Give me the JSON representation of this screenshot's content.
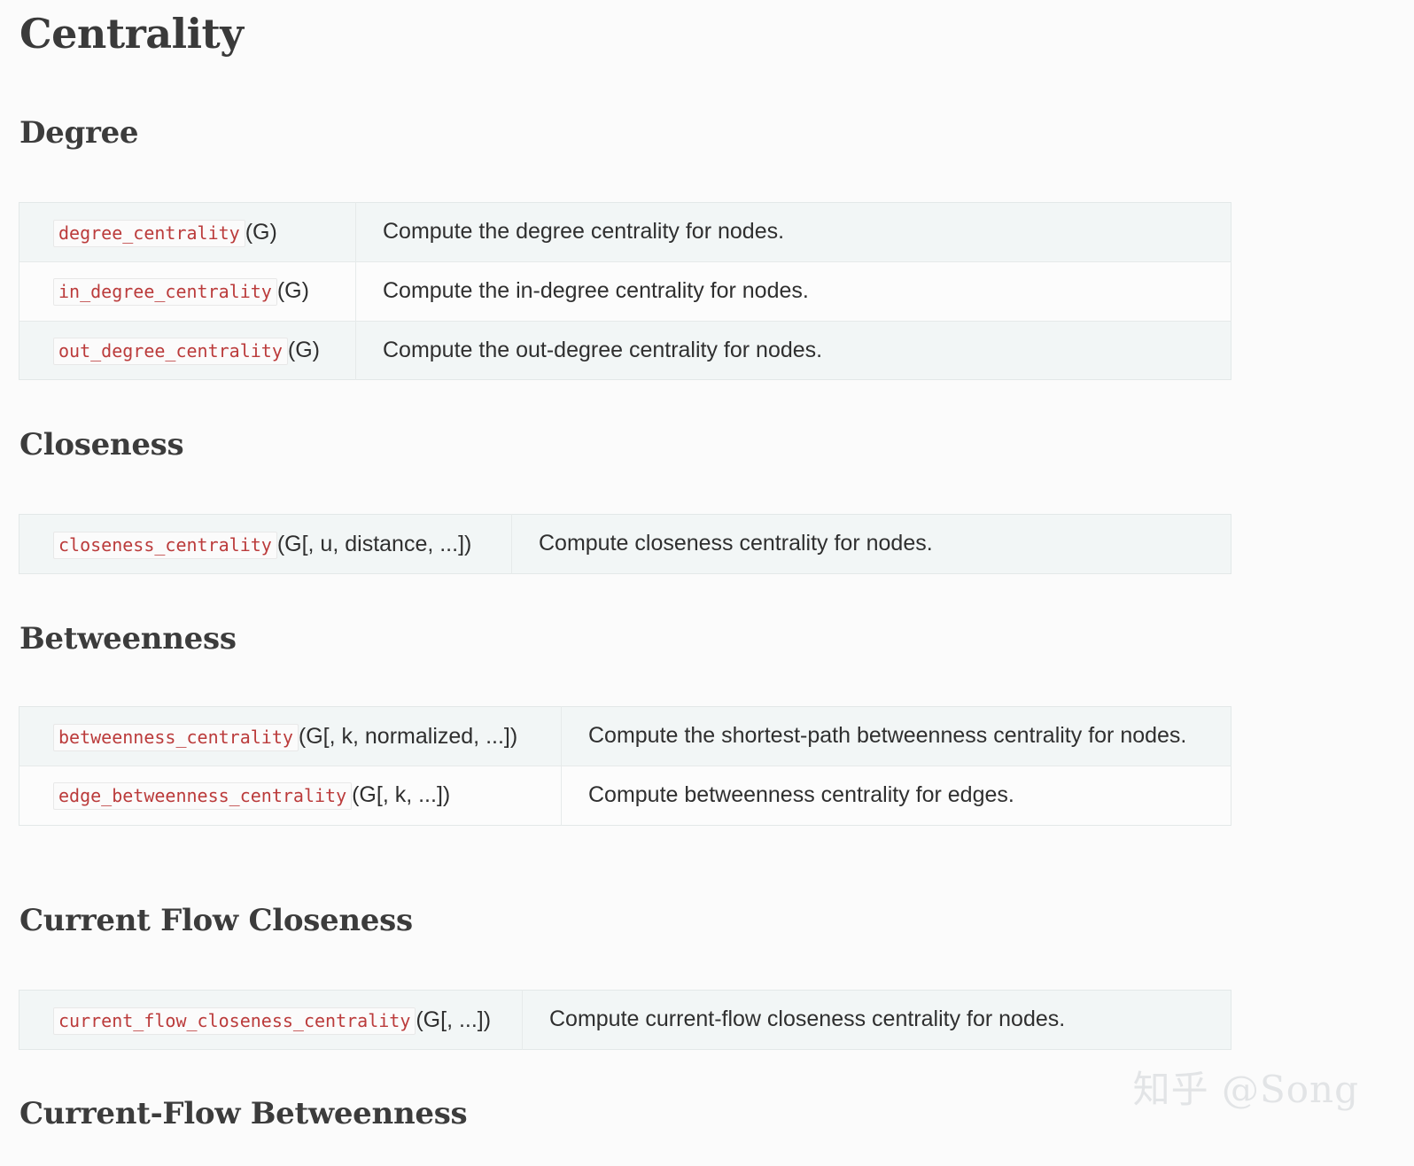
{
  "page": {
    "title": "Centrality",
    "background_color": "#fbfbfb",
    "text_color": "#2f2f2f",
    "code_color": "#bb3b3b",
    "row_tint_color": "#f2f6f6"
  },
  "sections": [
    {
      "heading": "Degree",
      "rows": [
        {
          "function": "degree_centrality",
          "args": "(G)",
          "description": "Compute the degree centrality for nodes."
        },
        {
          "function": "in_degree_centrality",
          "args": "(G)",
          "description": "Compute the in-degree centrality for nodes."
        },
        {
          "function": "out_degree_centrality",
          "args": "(G)",
          "description": "Compute the out-degree centrality for nodes."
        }
      ]
    },
    {
      "heading": "Closeness",
      "rows": [
        {
          "function": "closeness_centrality",
          "args": "(G[, u, distance, ...])",
          "description": "Compute closeness centrality for nodes."
        }
      ]
    },
    {
      "heading": "Betweenness",
      "rows": [
        {
          "function": "betweenness_centrality",
          "args": "(G[, k, normalized, ...])",
          "description": "Compute the shortest-path betweenness centrality for nodes."
        },
        {
          "function": "edge_betweenness_centrality",
          "args": "(G[, k, ...])",
          "description": "Compute betweenness centrality for edges."
        }
      ]
    },
    {
      "heading": "Current Flow Closeness",
      "rows": [
        {
          "function": "current_flow_closeness_centrality",
          "args": "(G[, ...])",
          "description": "Compute current-flow closeness centrality for nodes."
        }
      ]
    },
    {
      "heading": "Current-Flow Betweenness",
      "rows": []
    }
  ],
  "watermark": {
    "text": "知乎 @Song"
  }
}
